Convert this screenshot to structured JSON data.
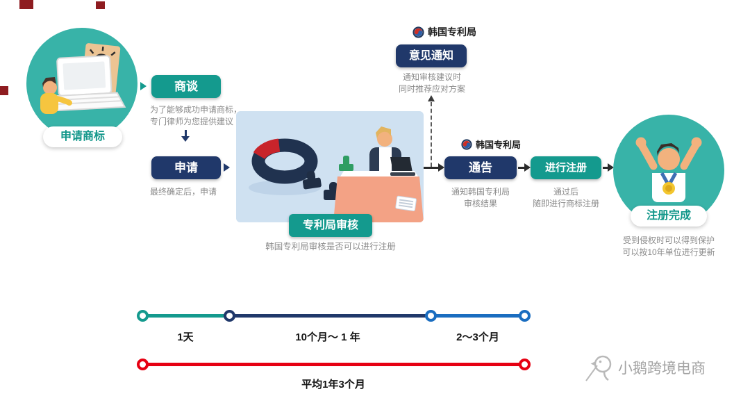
{
  "flow": {
    "start": {
      "badge": "申请商标"
    },
    "consult": {
      "label": "商谈",
      "note1": "为了能够成功申请商标，",
      "note2": "专门律师为您提供建议"
    },
    "apply": {
      "label": "申请",
      "note": "最终确定后，申请"
    },
    "review": {
      "badge": "专利局审核",
      "note": "韩国专利局审核是否可以进行注册"
    },
    "opinion": {
      "org": "韩国专利局",
      "label": "意见通知",
      "note1": "通知审核建议时",
      "note2": "同时推荐应对方案"
    },
    "notice": {
      "org": "韩国专利局",
      "label": "通告",
      "note1": "通知韩国专利局",
      "note2": "审核结果"
    },
    "register": {
      "label": "进行注册",
      "note1": "通过后",
      "note2": "随即进行商标注册"
    },
    "complete": {
      "badge": "注册完成",
      "note1": "受到侵权时可以得到保护",
      "note2": "可以按10年单位进行更新"
    }
  },
  "timeline": {
    "labels": [
      "1天",
      "10个月～ 1 年",
      "2～3个月"
    ],
    "average_label": "平均1年3个月"
  },
  "watermark": {
    "text": "小鹅跨境电商"
  },
  "colors": {
    "teal": "#149a8e",
    "teal_light": "#38b3a8",
    "navy": "#20386a",
    "blue": "#1a6dc0",
    "red": "#e60012",
    "maroon": "#8e1c20",
    "panel_bg": "#cfe1f1"
  }
}
